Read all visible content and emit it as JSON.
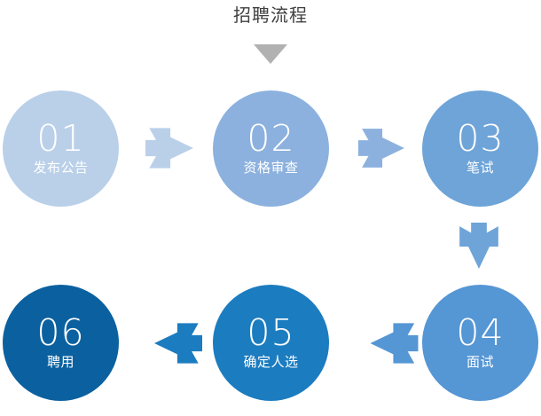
{
  "diagram": {
    "title": "招聘流程",
    "title_caret_icon": "triangle-down-icon",
    "title_caret_color": "#b1b1b1",
    "background": "#ffffff",
    "type": "process-flow",
    "direction": "serpentine-left-to-right-then-right-to-left",
    "steps": [
      {
        "number": "01",
        "label": "发布公告",
        "color": "#bad0e9"
      },
      {
        "number": "02",
        "label": "资格审查",
        "color": "#8cb1de"
      },
      {
        "number": "03",
        "label": "笔试",
        "color": "#6ea4d8"
      },
      {
        "number": "04",
        "label": "面试",
        "color": "#5596d4"
      },
      {
        "number": "05",
        "label": "确定人选",
        "color": "#1c7cc0"
      },
      {
        "number": "06",
        "label": "聘用",
        "color": "#0b619f"
      }
    ],
    "arrows": [
      {
        "name": "arrow-01-to-02",
        "direction": "right",
        "color": "#bad0e9",
        "from": "01",
        "to": "02"
      },
      {
        "name": "arrow-02-to-03",
        "direction": "right",
        "color": "#8cb1de",
        "from": "02",
        "to": "03"
      },
      {
        "name": "arrow-03-to-04",
        "direction": "down",
        "color": "#6ea4d8",
        "from": "03",
        "to": "04"
      },
      {
        "name": "arrow-04-to-05",
        "direction": "left",
        "color": "#5596d4",
        "from": "04",
        "to": "05"
      },
      {
        "name": "arrow-05-to-06",
        "direction": "left",
        "color": "#1c7cc0",
        "from": "05",
        "to": "06"
      }
    ]
  }
}
